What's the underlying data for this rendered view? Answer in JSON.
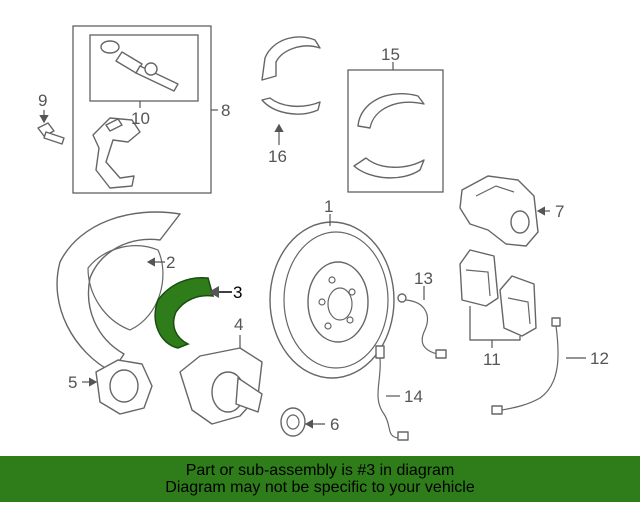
{
  "callouts": {
    "c1": "1",
    "c2": "2",
    "c3": "3",
    "c4": "4",
    "c5": "5",
    "c6": "6",
    "c7": "7",
    "c8": "8",
    "c9": "9",
    "c10": "10",
    "c11": "11",
    "c12": "12",
    "c13": "13",
    "c14": "14",
    "c15": "15",
    "c16": "16"
  },
  "highlight": {
    "part": "3",
    "color": "#2e7d1a"
  },
  "banner": {
    "line1": "Part or sub-assembly is #3 in diagram",
    "line2": "Diagram may not be specific to your vehicle",
    "background": "#2e7d1a"
  }
}
